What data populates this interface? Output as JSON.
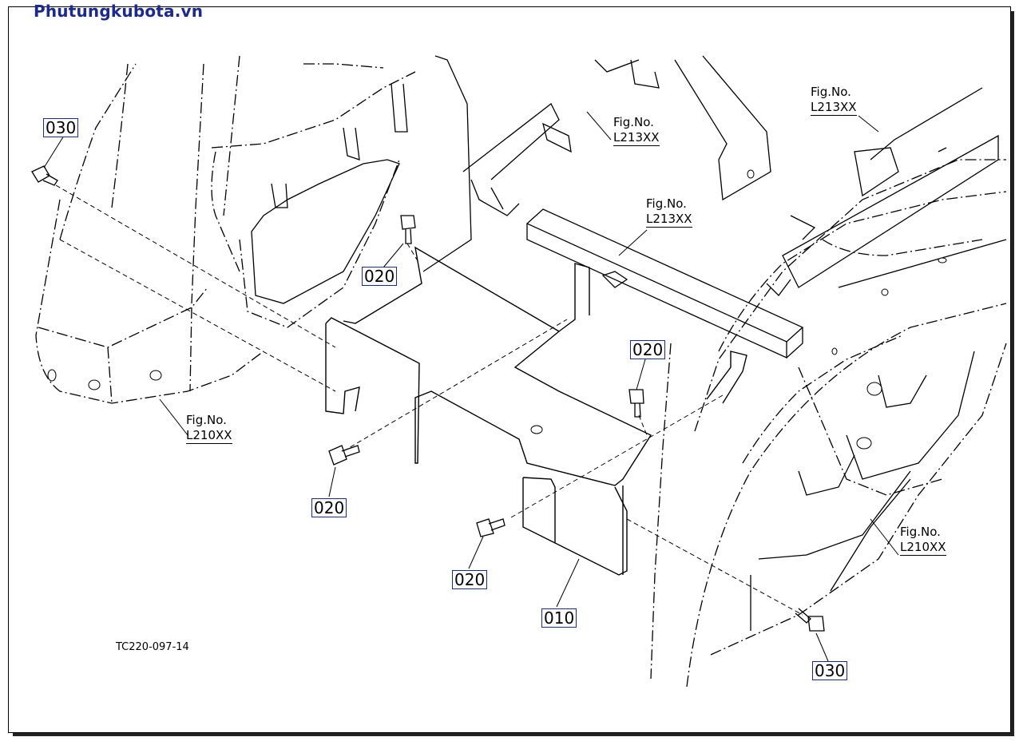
{
  "brand": {
    "text": "Phutungkubota.vn",
    "color": "#1b2a8c"
  },
  "drawing_id": "TC220-097-14",
  "callouts": [
    {
      "text": "030"
    },
    {
      "text": "020"
    },
    {
      "text": "020"
    },
    {
      "text": "020"
    },
    {
      "text": "020"
    },
    {
      "text": "010"
    },
    {
      "text": "030"
    }
  ],
  "fig_refs": [
    {
      "label": "Fig.No.",
      "code": "L210XX"
    },
    {
      "label": "Fig.No.",
      "code": "L213XX"
    },
    {
      "label": "Fig.No.",
      "code": "L213XX"
    },
    {
      "label": "Fig.No.",
      "code": "L213XX"
    },
    {
      "label": "Fig.No.",
      "code": "L210XX"
    }
  ]
}
